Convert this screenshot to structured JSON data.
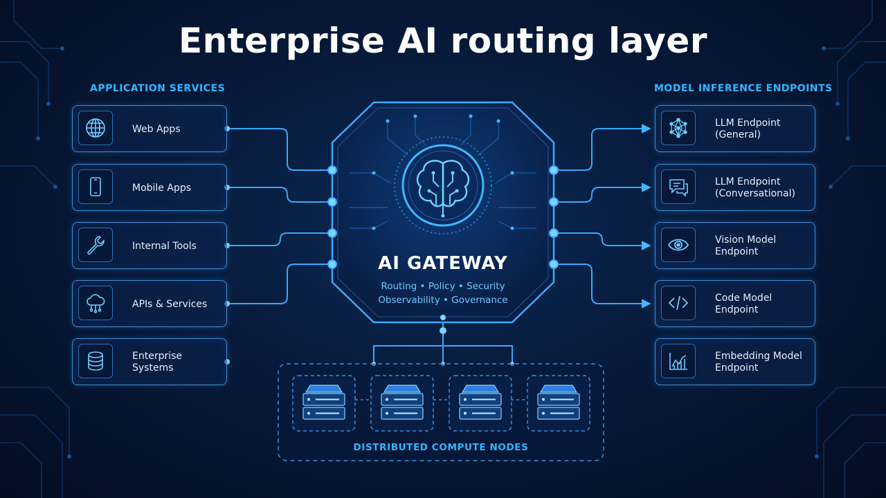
{
  "title": "Enterprise AI routing layer",
  "left_section": {
    "header": "APPLICATION SERVICES",
    "items": [
      {
        "label": "Web Apps",
        "icon": "globe-icon"
      },
      {
        "label": "Mobile Apps",
        "icon": "smartphone-icon"
      },
      {
        "label": "Internal Tools",
        "icon": "wrench-icon"
      },
      {
        "label": "APIs & Services",
        "icon": "cloud-network-icon"
      },
      {
        "label": "Enterprise Systems",
        "icon": "database-icon"
      }
    ]
  },
  "right_section": {
    "header": "MODEL INFERENCE ENDPOINTS",
    "items": [
      {
        "line1": "LLM Endpoint",
        "line2": "(General)",
        "icon": "neural-network-icon"
      },
      {
        "line1": "LLM Endpoint",
        "line2": "(Conversational)",
        "icon": "chat-bubble-icon"
      },
      {
        "line1": "Vision Model",
        "line2": "Endpoint",
        "icon": "eye-icon"
      },
      {
        "line1": "Code Model",
        "line2": "Endpoint",
        "icon": "code-brackets-icon"
      },
      {
        "line1": "Embedding Model",
        "line2": "Endpoint",
        "icon": "chart-icon"
      }
    ]
  },
  "gateway": {
    "title": "AI GATEWAY",
    "line1": "Routing • Policy • Security",
    "line2": "Observability • Governance",
    "icon": "brain-circuit-icon"
  },
  "compute": {
    "label": "DISTRIBUTED COMPUTE NODES",
    "node_count": 4,
    "icon": "server-icon"
  },
  "colors": {
    "background": "#071a3a",
    "accent": "#33b6ff",
    "card_border": "#3f8fd6",
    "title": "#ffffff"
  }
}
